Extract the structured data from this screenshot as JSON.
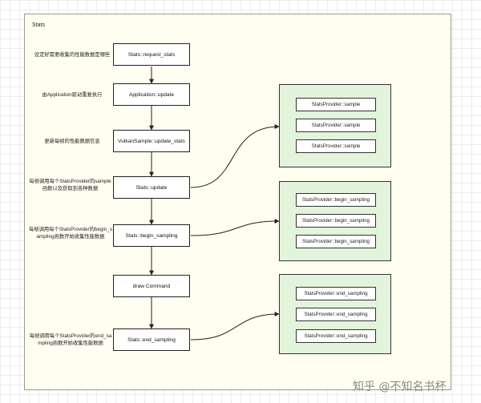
{
  "frame": {
    "title": "Stats"
  },
  "nodes": [
    "Stats::request_stats",
    "Application::update",
    "VulkanSample::update_stats",
    "Stats::update",
    "Stats::begin_sampling",
    "draw Command",
    "Stats::end_sampling"
  ],
  "annotations": [
    "设定好需要收集的性能数据是哪些",
    "由Application驱动重复执行",
    "更新每帧的性能数据信息",
    "每帧调用每个StatsProvider的sample函数以及获取到各种数据",
    "每帧调用每个StatsProvider的begin_sampling函数开始收集性能数据",
    "",
    "每帧调用每个StatsProvider的end_sampling函数开始收集性能数据"
  ],
  "groups": [
    {
      "items": [
        "StatsProvider::sample",
        "StatsProvider::sample",
        "StatsProvider::sample"
      ]
    },
    {
      "items": [
        "StatsProvider::begin_sampling",
        "StatsProvider::begin_sampling",
        "StatsProvider::begin_sampling"
      ]
    },
    {
      "items": [
        "StatsProvider::end_sampling",
        "StatsProvider::end_sampling",
        "StatsProvider::end_sampling"
      ]
    }
  ],
  "watermark": "知乎 @不知名书杯",
  "colors": {
    "group_fill": "#e3f3dc",
    "frame_fill": "#fffef0",
    "line": "#222222"
  }
}
